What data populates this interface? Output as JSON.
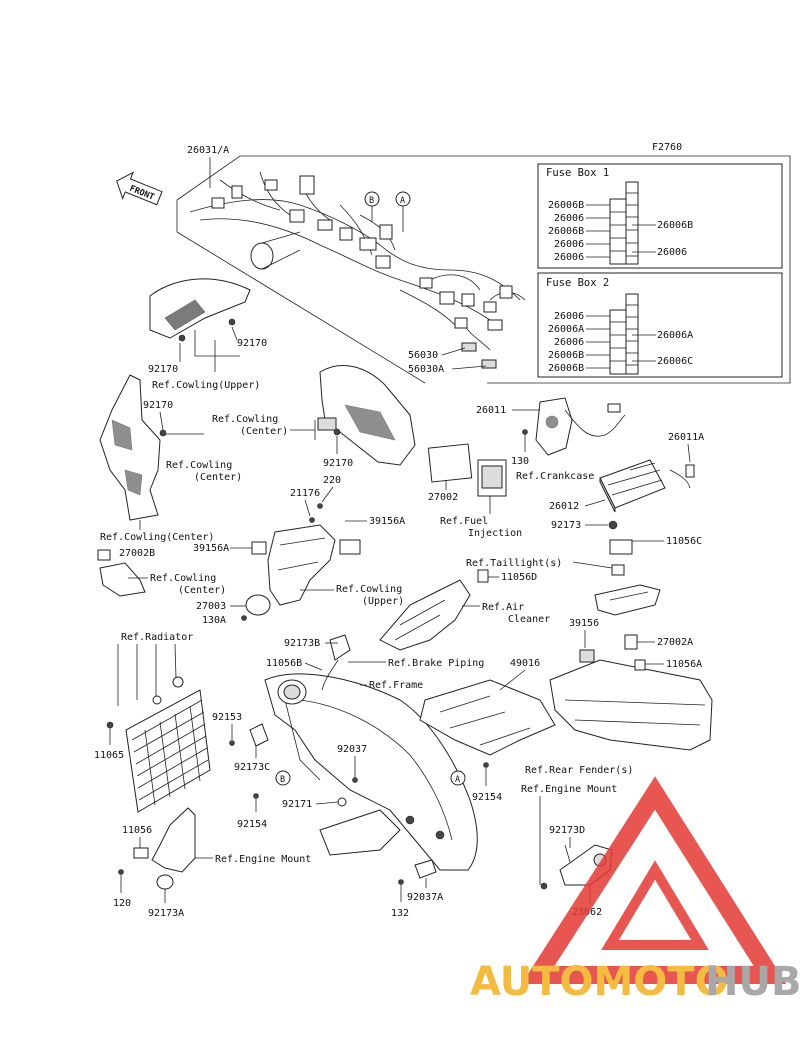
{
  "diagram_code": "F2760",
  "front_label": "FRONT",
  "callouts": {
    "A": "A",
    "B": "B"
  },
  "fuse_box_1": {
    "title": "Fuse Box 1",
    "left": [
      "26006B",
      "26006",
      "26006B",
      "26006",
      "26006"
    ],
    "right": [
      "26006B",
      "26006"
    ]
  },
  "fuse_box_2": {
    "title": "Fuse Box 2",
    "left": [
      "26006",
      "26006A",
      "26006",
      "26006B",
      "26006B"
    ],
    "right": [
      "26006A",
      "26006C"
    ]
  },
  "labels": {
    "p26031": "26031/A",
    "p56030": "56030",
    "p56030A": "56030A",
    "p92170a": "92170",
    "p92170b": "92170",
    "p92170c": "92170",
    "p92170d": "92170",
    "ref_cowling_upper_1": "Ref.Cowling(Upper)",
    "ref_cowling_center_1a": "Ref.Cowling",
    "ref_cowling_center_1b": "(Center)",
    "ref_cowling_center_2a": "Ref.Cowling",
    "ref_cowling_center_2b": "(Center)",
    "ref_cowling_center_3": "Ref.Cowling(Center)",
    "ref_cowling_center_4a": "Ref.Cowling",
    "ref_cowling_center_4b": "(Center)",
    "ref_cowling_upper_2a": "Ref.Cowling",
    "ref_cowling_upper_2b": "(Upper)",
    "p26011": "26011",
    "p26011A": "26011A",
    "p130a": "130",
    "ref_crankcase": "Ref.Crankcase",
    "p27002": "27002",
    "ref_fuel_injection_a": "Ref.Fuel",
    "ref_fuel_injection_b": "Injection",
    "p26012": "26012",
    "p21176": "21176",
    "p220": "220",
    "p39156A_a": "39156A",
    "p39156A_b": "39156A",
    "p27002B": "27002B",
    "p27003": "27003",
    "p130A": "130A",
    "p92173": "92173",
    "p11056C": "11056C",
    "ref_taillight": "Ref.Taillight(s)",
    "p11056D": "11056D",
    "ref_air_cleaner_a": "Ref.Air",
    "ref_air_cleaner_b": "Cleaner",
    "p39156": "39156",
    "p27002A": "27002A",
    "p11056A": "11056A",
    "ref_radiator": "Ref.Radiator",
    "p92173B": "92173B",
    "p11056B": "11056B",
    "ref_brake_piping": "Ref.Brake Piping",
    "p49016": "49016",
    "ref_frame": "Ref.Frame",
    "p11065": "11065",
    "p92153": "92153",
    "p92173C": "92173C",
    "p92037": "92037",
    "ref_rear_fender": "Ref.Rear Fender(s)",
    "p92154a": "92154",
    "p92154b": "92154",
    "p92171": "92171",
    "ref_engine_mount_1": "Ref.Engine Mount",
    "p92173D": "92173D",
    "p11056": "11056",
    "ref_engine_mount_2": "Ref.Engine Mount",
    "p120": "120",
    "p92173A": "92173A",
    "p132": "132",
    "p92037A": "92037A",
    "p23062": "23062"
  },
  "watermark": {
    "part1": "AUTOMOTO",
    "part2": "HUB",
    "color1": "#f2b01e",
    "color2": "#9a9a9a",
    "triangle_color": "#e53935"
  }
}
